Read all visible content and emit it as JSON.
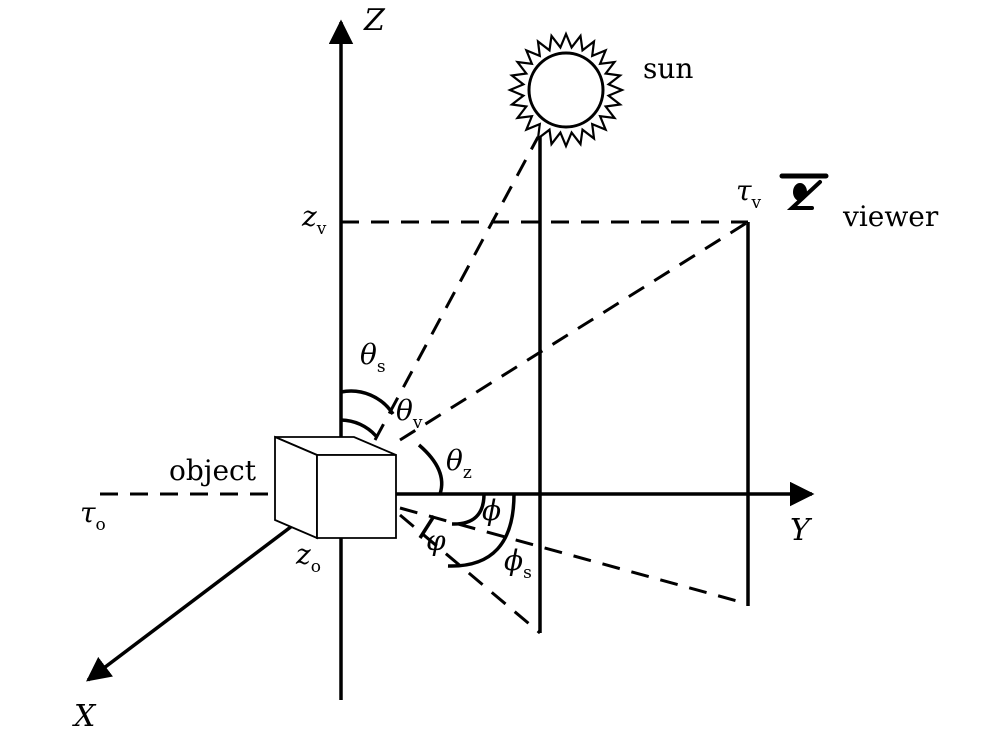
{
  "labels": {
    "axis_z": "Z",
    "axis_y": "Y",
    "axis_x": "X",
    "sun": "sun",
    "viewer": "viewer",
    "object": "object",
    "z_v_main": "z",
    "z_v_sub": "v",
    "z_o_main": "z",
    "z_o_sub": "o",
    "tau_v_main": "τ",
    "tau_v_sub": "v",
    "tau_o_main": "τ",
    "tau_o_sub": "o",
    "theta_s_main": "θ",
    "theta_s_sub": "s",
    "theta_v_main": "θ",
    "theta_v_sub": "v",
    "theta_z_main": "θ",
    "theta_z_sub": "z",
    "phi": "ϕ",
    "varphi": "φ",
    "phi_s_main": "ϕ",
    "phi_s_sub": "s"
  },
  "icons": {
    "sun": "sun-icon",
    "eye": "eye-icon"
  },
  "colors": {
    "ink": "#000000",
    "background": "#ffffff"
  }
}
